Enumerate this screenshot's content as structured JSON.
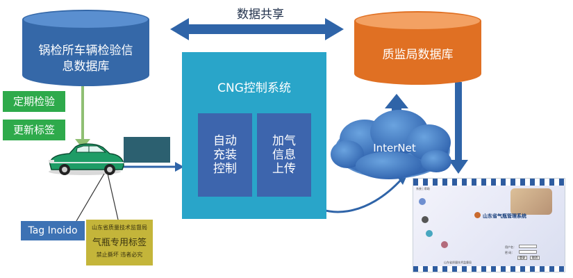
{
  "top_arrow": {
    "label": "数据共享"
  },
  "db_left": {
    "line1": "锅检所车辆检验信",
    "line2": "息数据库"
  },
  "db_right": {
    "label": "质监局数据库"
  },
  "buttons": {
    "periodic_inspection": "定期检验",
    "update_label": "更新标签"
  },
  "cng_system": {
    "title": "CNG控制系统",
    "auto_fill_control": [
      "自动",
      "充装",
      "控制"
    ],
    "fuel_info_upload": [
      "加气",
      "信息",
      "上传"
    ]
  },
  "internet": {
    "label": "InterNet"
  },
  "tag": {
    "label": "Tag Inoido"
  },
  "gas_label_card": {
    "issuer": "山东省质量技术监督局",
    "title": "气瓶专用标签",
    "note": "禁止撕坏  违者必究"
  },
  "inset_screen": {
    "menu": "系统 | 帮助",
    "title": "山东省气瓶管理系统",
    "user_label": "用户名：",
    "password_label": "密  码：",
    "login_button": "登录",
    "cancel_button": "取消",
    "footer": "山东省质量技术监督局"
  },
  "colors": {
    "db_left": "#3568a8",
    "db_right": "#e07023",
    "cng_panel": "#29a5c9",
    "cng_sub": "#3d65ad",
    "green": "#2eaa4b",
    "cloud": "#3e78c0",
    "arrow": "#2f64a8"
  }
}
